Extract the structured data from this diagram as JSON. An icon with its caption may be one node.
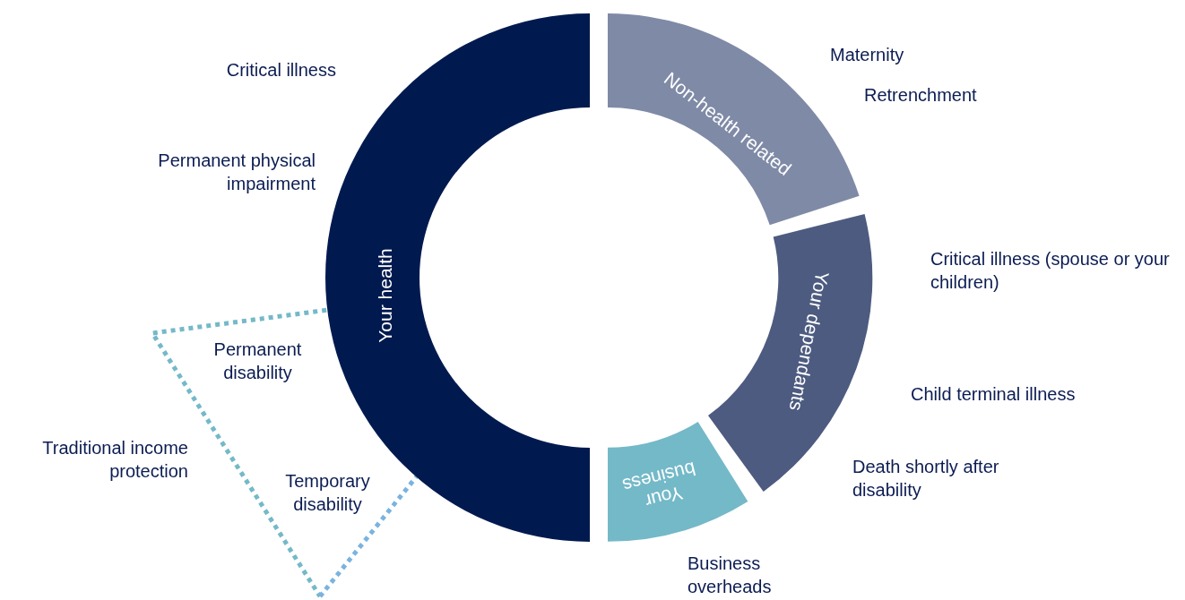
{
  "diagram": {
    "nodes": [
      {
        "text": [
          "Your health"
        ]
      },
      {
        "text": [
          "Non-health related"
        ]
      },
      {
        "text": [
          "Your dependants"
        ]
      },
      {
        "text": [
          "Your business"
        ]
      }
    ],
    "labels": [
      "Maternity",
      "Critical illness",
      "Retrenchment",
      "Permanent physical impairment",
      "Critical illness (spouse or your children)",
      "Permanent disability",
      "Child terminal illness",
      "Traditional income protection",
      "Death shortly after disability",
      "Temporary disability",
      "Business overheads"
    ]
  }
}
